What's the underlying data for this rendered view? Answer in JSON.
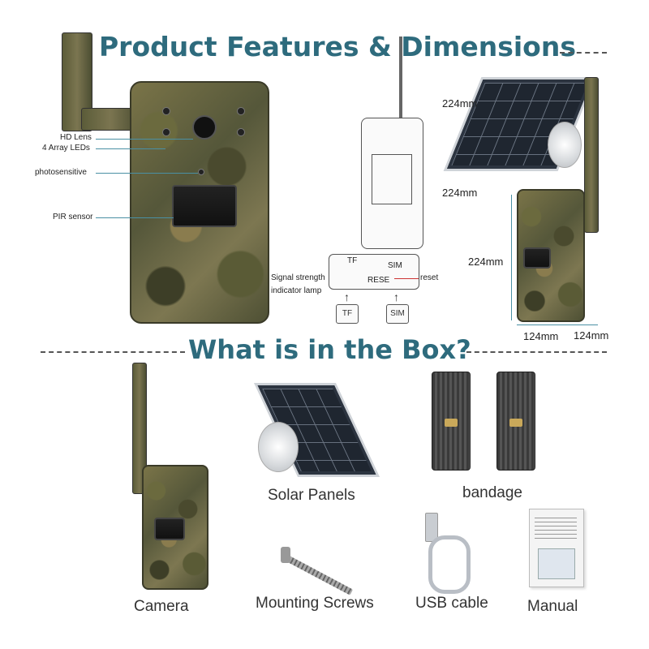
{
  "titles": {
    "features": "Product Features & Dimensions",
    "box": "What is in the Box?"
  },
  "camera_labels": {
    "hd_lens": "HD Lens",
    "array_leds": "4 Array LEDs",
    "photosensitive": "photosensitive",
    "pir_sensor": "PIR sensor"
  },
  "diagram_labels": {
    "tf": "TF",
    "sim": "SIM",
    "rese": "RESE",
    "reset": "reset",
    "signal_line1": "Signal strength",
    "signal_line2": "indicator lamp",
    "tf_card": "TF",
    "sim_card": "SIM"
  },
  "dimensions": {
    "panel_width": "224mm",
    "panel_height": "224mm",
    "camera_height": "224mm",
    "camera_width": "124mm",
    "camera_depth": "124mm"
  },
  "box_items": {
    "camera": "Camera",
    "solar": "Solar Panels",
    "bandage": "bandage",
    "screws": "Mounting Screws",
    "usb": "USB cable",
    "manual": "Manual"
  },
  "colors": {
    "title": "#2e6b7d",
    "camo_dark": "#4a4a2e",
    "panel": "#1f2630"
  }
}
